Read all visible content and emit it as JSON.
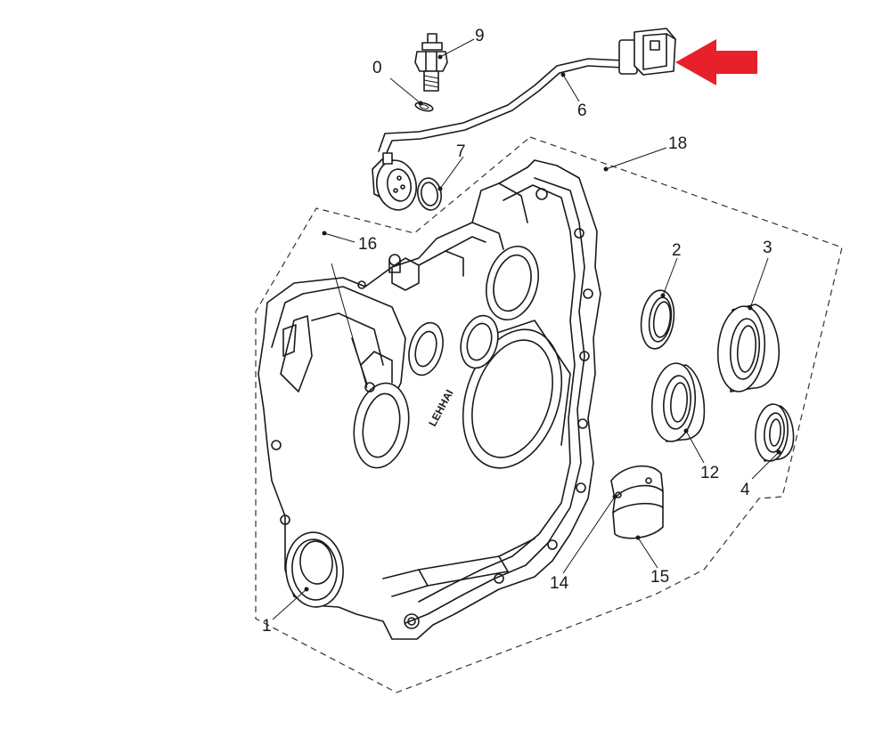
{
  "colors": {
    "line": "#1a1a1a",
    "arrow": "#e8202a",
    "background": "#ffffff"
  },
  "casting_text": "LEHHAI",
  "callouts": [
    {
      "id": "0",
      "label": "0"
    },
    {
      "id": "9",
      "label": "9"
    },
    {
      "id": "6",
      "label": "6"
    },
    {
      "id": "7",
      "label": "7"
    },
    {
      "id": "18",
      "label": "18"
    },
    {
      "id": "16",
      "label": "16"
    },
    {
      "id": "2",
      "label": "2"
    },
    {
      "id": "3",
      "label": "3"
    },
    {
      "id": "12",
      "label": "12"
    },
    {
      "id": "4",
      "label": "4"
    },
    {
      "id": "14",
      "label": "14"
    },
    {
      "id": "15",
      "label": "15"
    },
    {
      "id": "1",
      "label": "1"
    }
  ],
  "indicator": {
    "icon": "red-arrow-icon",
    "points_to": "6"
  }
}
